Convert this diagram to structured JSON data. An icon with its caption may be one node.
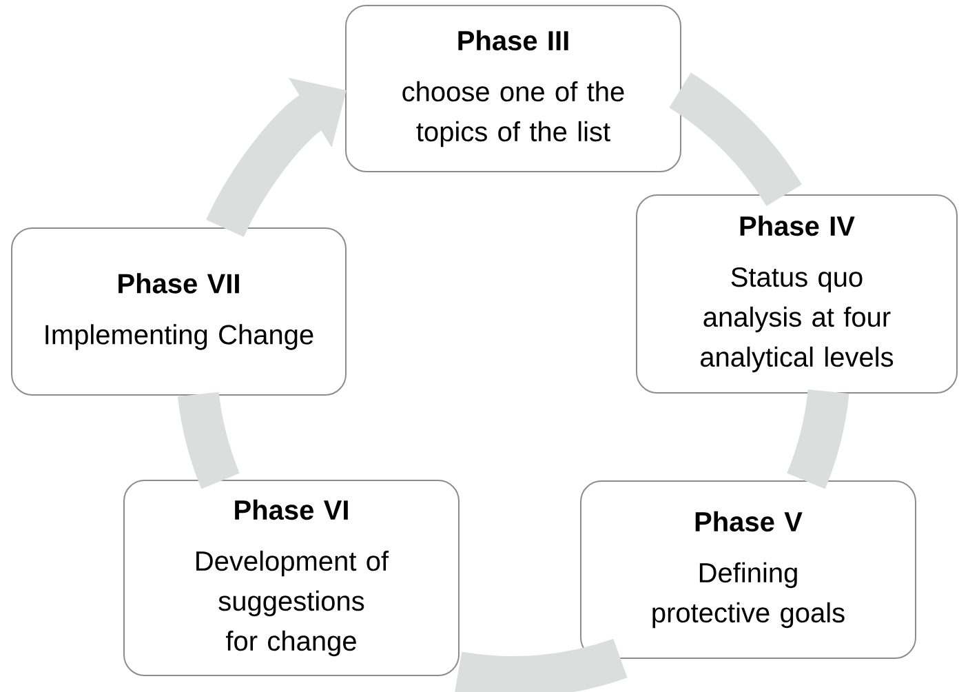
{
  "diagram": {
    "nodes": [
      {
        "text": [
          "Phase III",
          "choose one of the topics of the list"
        ]
      },
      {
        "text": [
          "Phase IV",
          "Status quo analysis at four analytical levels"
        ]
      },
      {
        "text": [
          "Phase VII",
          "Implementing Change"
        ]
      },
      {
        "text": [
          "Phase VI",
          "Development of suggestions for change"
        ]
      },
      {
        "text": [
          "Phase V",
          "Defining protective goals"
        ]
      }
    ],
    "edges": [
      {
        "from": 0,
        "to": 1,
        "arrow": "none"
      },
      {
        "from": 1,
        "to": 4,
        "arrow": "none"
      },
      {
        "from": 4,
        "to": 3,
        "arrow": "none"
      },
      {
        "from": 3,
        "to": 2,
        "arrow": "none"
      },
      {
        "from": 2,
        "to": 0,
        "arrow": "to"
      }
    ]
  }
}
